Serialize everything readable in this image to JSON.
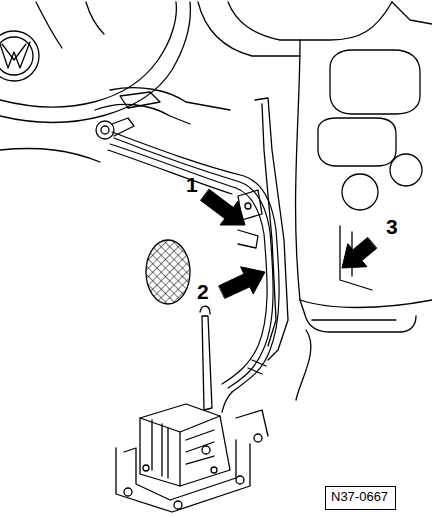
{
  "diagram": {
    "nodes": [
      {
        "text": [
          "N37-0667"
        ]
      }
    ],
    "labels": [
      "1",
      "2",
      "3"
    ]
  }
}
